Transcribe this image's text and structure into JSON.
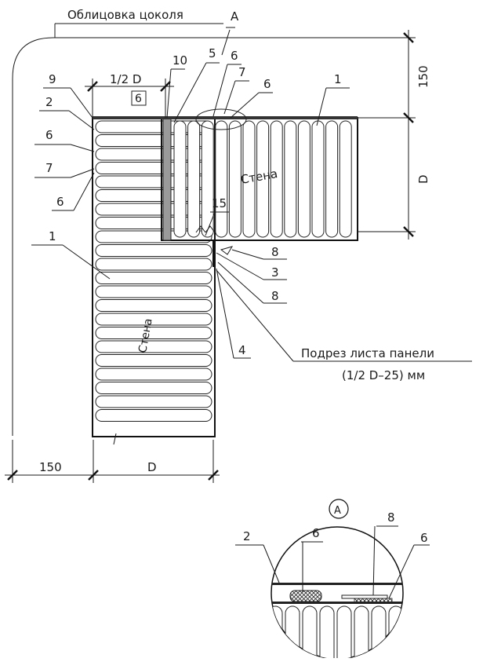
{
  "title_label": "Облицовка цоколя",
  "section_letter": "А",
  "inner_wall_label": "Стена",
  "lower_wall_label": "Стена",
  "cut_note_line1": "Подрез листа панели",
  "cut_note_line2": "(1/2 D–25) мм",
  "dimensions": {
    "top_half_d": "1/2 D",
    "right_150": "150",
    "right_d": "D",
    "bottom_150": "150",
    "bottom_d": "D"
  },
  "callouts": {
    "c9": "9",
    "c2": "2",
    "c6a": "6",
    "c7a": "7",
    "c6b": "6",
    "c10": "10",
    "c6box": "6",
    "c5": "5",
    "c6top": "6",
    "c7top": "7",
    "c6top2": "6",
    "c1top": "1",
    "c15": "15",
    "c1left": "1",
    "c8a": "8",
    "c3": "3",
    "c8b": "8",
    "c4": "4"
  },
  "detail": {
    "letter": "А",
    "c2": "2",
    "c6": "6",
    "c8": "8",
    "c6b": "6"
  }
}
